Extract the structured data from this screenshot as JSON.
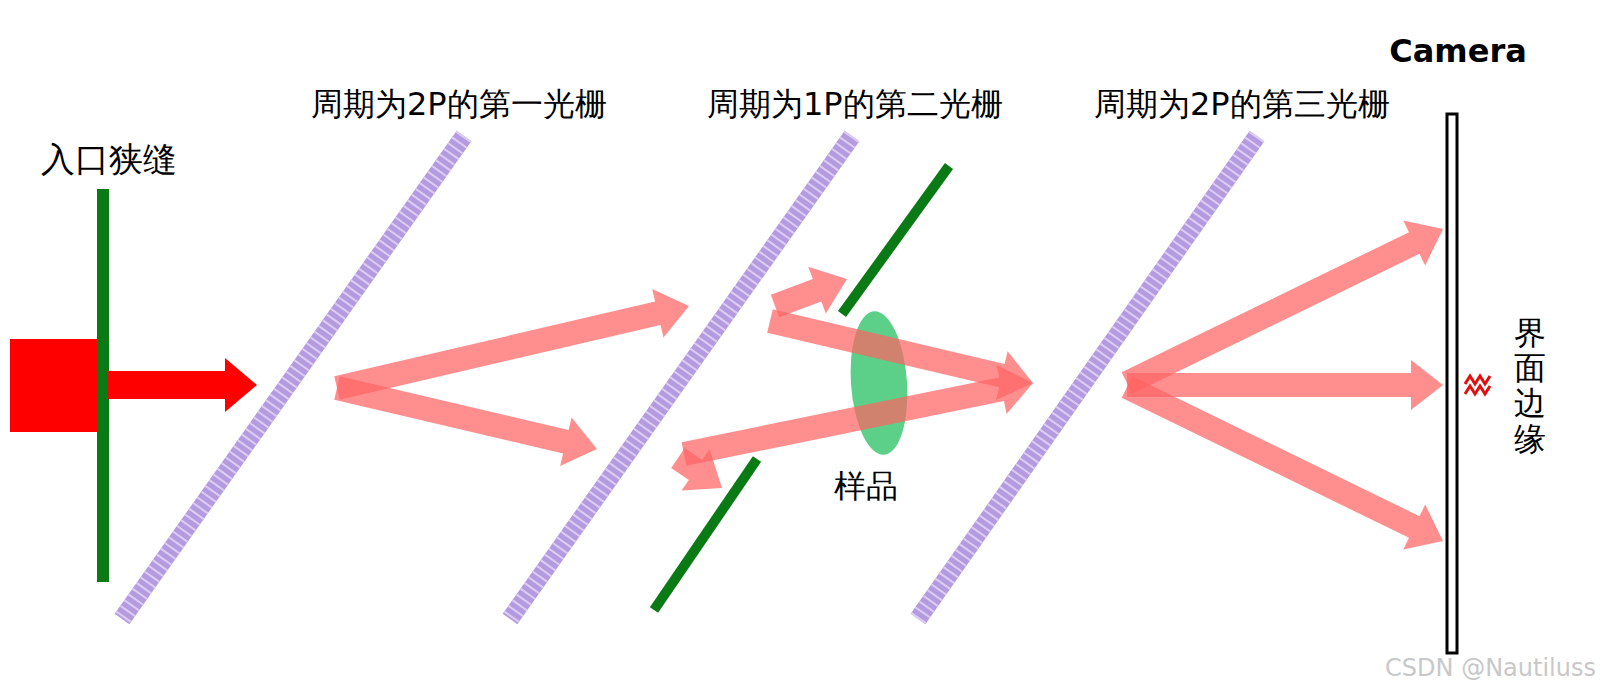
{
  "diagram": {
    "labels": [
      "入口狭缝",
      "周期为2P的第一光栅",
      "周期为1P的第二光栅",
      "周期为2P的第三光栅",
      "Camera",
      "样品",
      "界面边缘",
      "CSDN @Nautiluss"
    ]
  }
}
